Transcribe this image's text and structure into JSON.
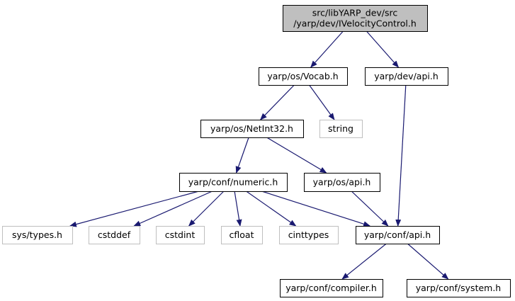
{
  "nodes": [
    {
      "id": "root",
      "lines": [
        "src/libYARP_dev/src",
        "/yarp/dev/IVelocityControl.h"
      ],
      "kind": "root"
    },
    {
      "id": "vocab",
      "lines": [
        "yarp/os/Vocab.h"
      ],
      "kind": "normal"
    },
    {
      "id": "devapi",
      "lines": [
        "yarp/dev/api.h"
      ],
      "kind": "normal"
    },
    {
      "id": "netint",
      "lines": [
        "yarp/os/NetInt32.h"
      ],
      "kind": "normal"
    },
    {
      "id": "string",
      "lines": [
        "string"
      ],
      "kind": "external"
    },
    {
      "id": "numeric",
      "lines": [
        "yarp/conf/numeric.h"
      ],
      "kind": "normal"
    },
    {
      "id": "osapi",
      "lines": [
        "yarp/os/api.h"
      ],
      "kind": "normal"
    },
    {
      "id": "systypes",
      "lines": [
        "sys/types.h"
      ],
      "kind": "external"
    },
    {
      "id": "cstddef",
      "lines": [
        "cstddef"
      ],
      "kind": "external"
    },
    {
      "id": "cstdint",
      "lines": [
        "cstdint"
      ],
      "kind": "external"
    },
    {
      "id": "cfloat",
      "lines": [
        "cfloat"
      ],
      "kind": "external"
    },
    {
      "id": "cinttypes",
      "lines": [
        "cinttypes"
      ],
      "kind": "external"
    },
    {
      "id": "confapi",
      "lines": [
        "yarp/conf/api.h"
      ],
      "kind": "normal"
    },
    {
      "id": "compiler",
      "lines": [
        "yarp/conf/compiler.h"
      ],
      "kind": "normal"
    },
    {
      "id": "system",
      "lines": [
        "yarp/conf/system.h"
      ],
      "kind": "normal"
    }
  ],
  "edges": [
    [
      "root",
      "vocab"
    ],
    [
      "root",
      "devapi"
    ],
    [
      "vocab",
      "netint"
    ],
    [
      "vocab",
      "string"
    ],
    [
      "devapi",
      "confapi"
    ],
    [
      "netint",
      "numeric"
    ],
    [
      "netint",
      "osapi"
    ],
    [
      "numeric",
      "systypes"
    ],
    [
      "numeric",
      "cstddef"
    ],
    [
      "numeric",
      "cstdint"
    ],
    [
      "numeric",
      "cfloat"
    ],
    [
      "numeric",
      "cinttypes"
    ],
    [
      "numeric",
      "confapi"
    ],
    [
      "osapi",
      "confapi"
    ],
    [
      "confapi",
      "compiler"
    ],
    [
      "confapi",
      "system"
    ]
  ],
  "colors": {
    "edge": "#191970",
    "root_fill": "#bfbfbf",
    "external_border": "#bfbfbf",
    "border": "#000000"
  }
}
